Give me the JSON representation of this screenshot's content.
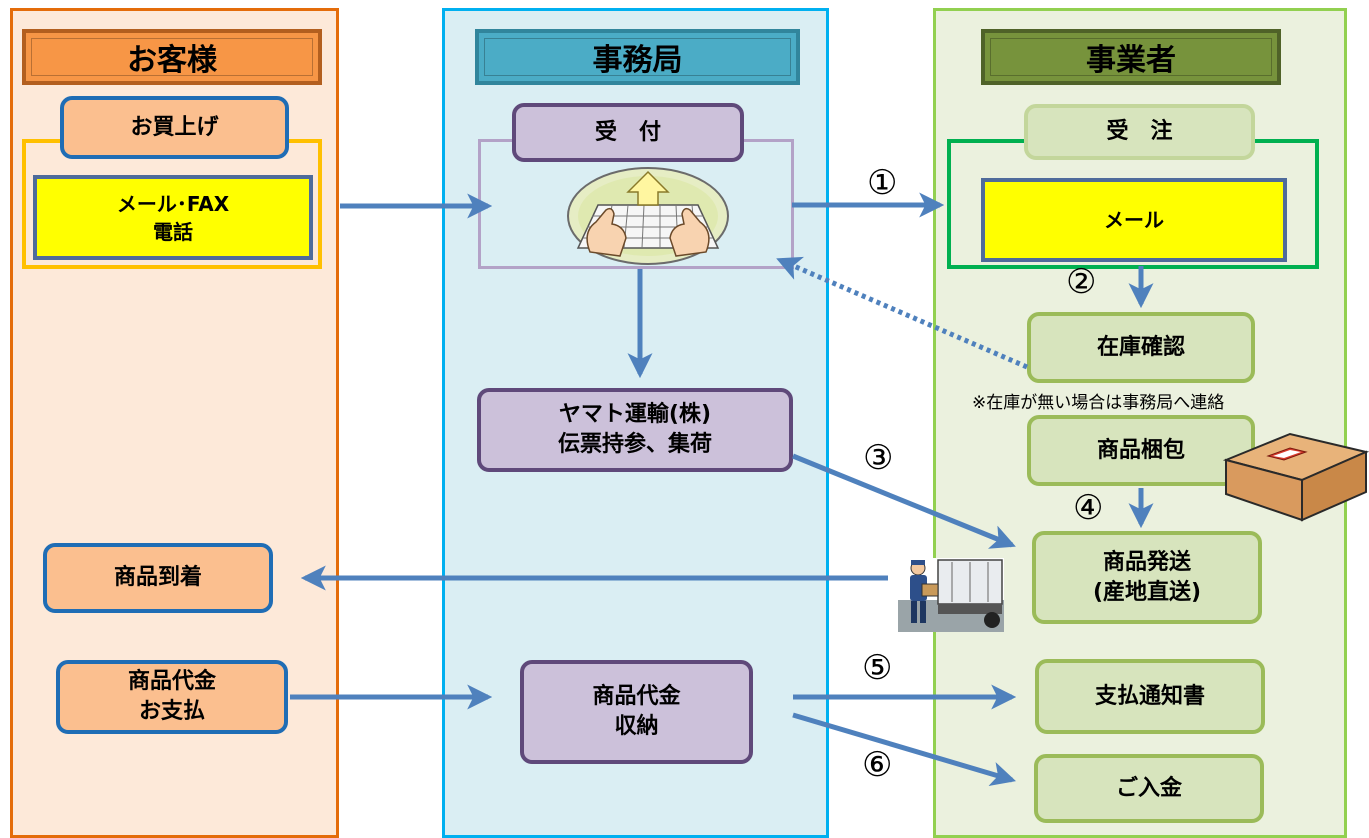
{
  "lanes": {
    "customer": "お客様",
    "office": "事務局",
    "vendor": "事業者"
  },
  "customer": {
    "purchase": "お買上げ",
    "order_methods_line1": "メール･FAX",
    "order_methods_line2": "電話",
    "arrival": "商品到着",
    "payment_line1": "商品代金",
    "payment_line2": "お支払"
  },
  "office": {
    "reception": "受　付",
    "yamato_line1": "ヤマト運輸(株)",
    "yamato_line2": "伝票持参、集荷",
    "collection_line1": "商品代金",
    "collection_line2": "収納"
  },
  "vendor": {
    "order_received": "受　注",
    "mail": "メール",
    "stock_check": "在庫確認",
    "stock_note": "※在庫が無い場合は事務局へ連絡",
    "packing": "商品梱包",
    "shipping_line1": "商品発送",
    "shipping_line2": "(産地直送)",
    "payment_notice": "支払通知書",
    "deposit": "ご入金"
  },
  "steps": [
    "①",
    "②",
    "③",
    "④",
    "⑤",
    "⑥"
  ],
  "colors": {
    "arrow": "#4f81bd",
    "customer_accent": "#f79646",
    "office_accent": "#4bacc6",
    "vendor_accent": "#77933c",
    "highlight": "#ffff00"
  }
}
